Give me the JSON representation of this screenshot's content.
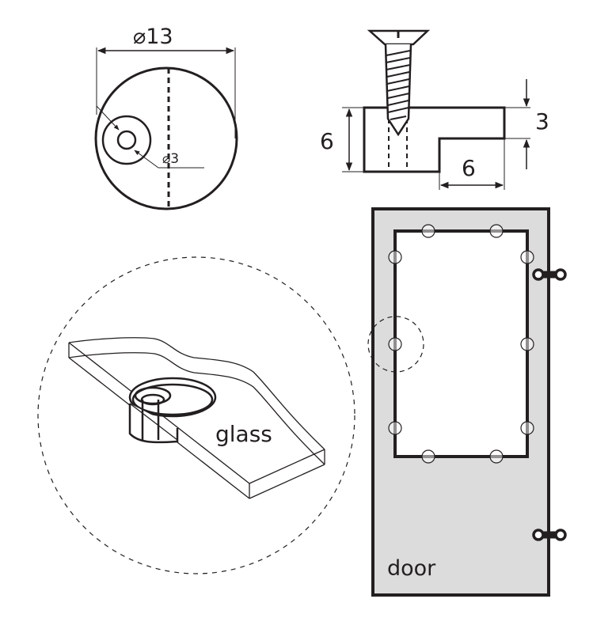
{
  "top_view": {
    "outer_diameter_label": "⌀13",
    "hole_diameter_label": "⌀3"
  },
  "side_view": {
    "height_label": "6",
    "step_height_label": "3",
    "step_width_label": "6"
  },
  "detail": {
    "glass_label": "glass"
  },
  "door": {
    "label": "door"
  },
  "colors": {
    "line": "#231f20",
    "door_fill": "#dcdcdc"
  }
}
